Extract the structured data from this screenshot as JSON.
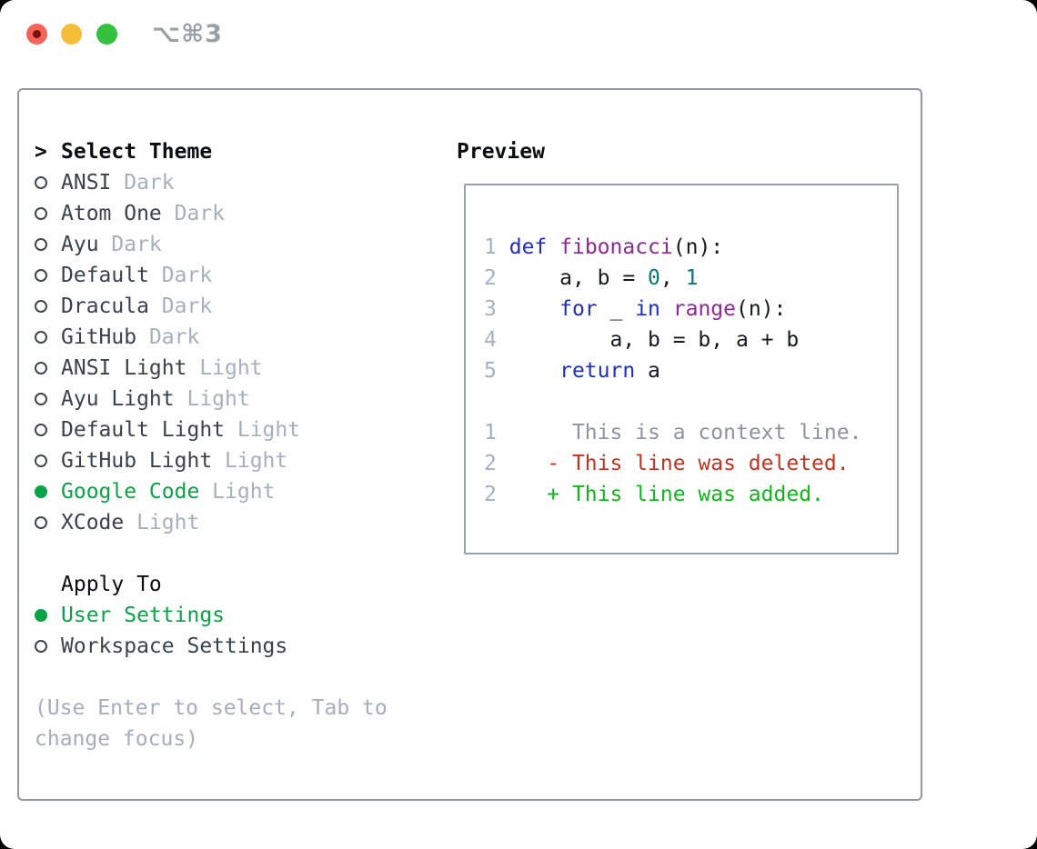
{
  "window": {
    "title": "⌥⌘3",
    "traffic_lights": [
      {
        "name": "close",
        "color": "#f4635a",
        "dot_color": "#7b0f08"
      },
      {
        "name": "minimize",
        "color": "#f6bd3b"
      },
      {
        "name": "zoom",
        "color": "#33c13f"
      }
    ]
  },
  "theme_list": {
    "cursor": ">",
    "header": "Select Theme",
    "items": [
      {
        "name": "ANSI",
        "tag": "Dark",
        "selected": false
      },
      {
        "name": "Atom One",
        "tag": "Dark",
        "selected": false
      },
      {
        "name": "Ayu",
        "tag": "Dark",
        "selected": false
      },
      {
        "name": "Default",
        "tag": "Dark",
        "selected": false
      },
      {
        "name": "Dracula",
        "tag": "Dark",
        "selected": false
      },
      {
        "name": "GitHub",
        "tag": "Dark",
        "selected": false
      },
      {
        "name": "ANSI Light",
        "tag": "Light",
        "selected": false
      },
      {
        "name": "Ayu Light",
        "tag": "Light",
        "selected": false
      },
      {
        "name": "Default Light",
        "tag": "Light",
        "selected": false
      },
      {
        "name": "GitHub Light",
        "tag": "Light",
        "selected": false
      },
      {
        "name": "Google Code",
        "tag": "Light",
        "selected": true
      },
      {
        "name": "XCode",
        "tag": "Light",
        "selected": false
      }
    ]
  },
  "apply_to": {
    "header": "Apply To",
    "items": [
      {
        "name": "User Settings",
        "selected": true
      },
      {
        "name": "Workspace Settings",
        "selected": false
      }
    ]
  },
  "help_lines": [
    "(Use Enter to select, Tab to",
    "change focus)"
  ],
  "preview": {
    "header": "Preview",
    "code_lines": [
      {
        "tokens": [
          {
            "t": "1",
            "c": "num"
          },
          {
            "t": " ",
            "c": "plain"
          },
          {
            "t": "def",
            "c": "kw"
          },
          {
            "t": " ",
            "c": "plain"
          },
          {
            "t": "fibonacci",
            "c": "fn"
          },
          {
            "t": "(n):",
            "c": "plain"
          }
        ]
      },
      {
        "tokens": [
          {
            "t": "2",
            "c": "num"
          },
          {
            "t": "     a, b = ",
            "c": "plain"
          },
          {
            "t": "0",
            "c": "lit"
          },
          {
            "t": ", ",
            "c": "plain"
          },
          {
            "t": "1",
            "c": "lit"
          }
        ]
      },
      {
        "tokens": [
          {
            "t": "3",
            "c": "num"
          },
          {
            "t": "     ",
            "c": "plain"
          },
          {
            "t": "for",
            "c": "kw"
          },
          {
            "t": " _ ",
            "c": "plain"
          },
          {
            "t": "in",
            "c": "kw"
          },
          {
            "t": " ",
            "c": "plain"
          },
          {
            "t": "range",
            "c": "fn"
          },
          {
            "t": "(n):",
            "c": "plain"
          }
        ]
      },
      {
        "tokens": [
          {
            "t": "4",
            "c": "num"
          },
          {
            "t": "         a, b = b, a + b",
            "c": "plain"
          }
        ]
      },
      {
        "tokens": [
          {
            "t": "5",
            "c": "num"
          },
          {
            "t": "     ",
            "c": "plain"
          },
          {
            "t": "return",
            "c": "kw"
          },
          {
            "t": " a",
            "c": "plain"
          }
        ]
      },
      {
        "tokens": []
      },
      {
        "tokens": [
          {
            "t": "1",
            "c": "num"
          },
          {
            "t": "      ",
            "c": "plain"
          },
          {
            "t": "This is a context line.",
            "c": "ctx"
          }
        ]
      },
      {
        "tokens": [
          {
            "t": "2",
            "c": "num"
          },
          {
            "t": "    ",
            "c": "plain"
          },
          {
            "t": "- This line was deleted.",
            "c": "del"
          }
        ]
      },
      {
        "tokens": [
          {
            "t": "2",
            "c": "num"
          },
          {
            "t": "    ",
            "c": "plain"
          },
          {
            "t": "+ This line was added.",
            "c": "add"
          }
        ]
      }
    ]
  },
  "colors": {
    "selected_green": "#0aa348",
    "diff_added": "#10b61b",
    "diff_deleted": "#c23320",
    "diff_context": "#8d949e",
    "keyword_blue": "#1f2dc4",
    "function_purple": "#8e2898",
    "literal_teal": "#0f737b",
    "line_number": "#a5b1c2",
    "panel_border": "#8f99a5",
    "muted_text": "#a6b0bd"
  }
}
